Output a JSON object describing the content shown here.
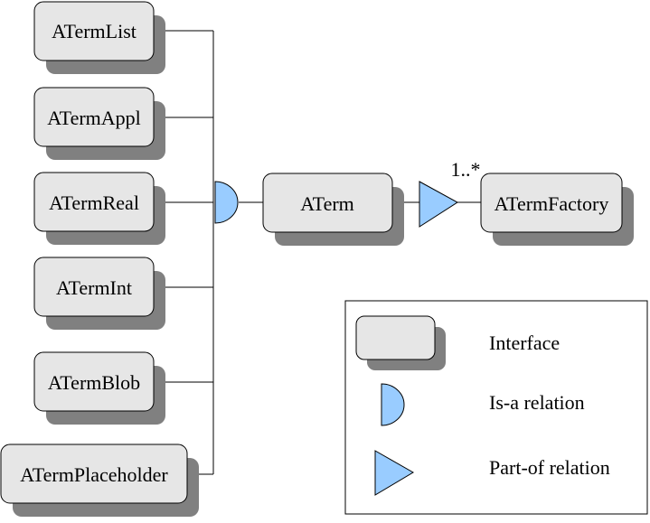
{
  "diagram": {
    "interfaces_left": [
      {
        "label": "ATermList"
      },
      {
        "label": "ATermAppl"
      },
      {
        "label": "ATermReal"
      },
      {
        "label": "ATermInt"
      },
      {
        "label": "ATermBlob"
      },
      {
        "label": "ATermPlaceholder"
      }
    ],
    "center": {
      "label": "ATerm"
    },
    "factory": {
      "label": "ATermFactory"
    },
    "multiplicity": "1..*"
  },
  "legend": {
    "interface_label": "Interface",
    "isa_label": "Is-a relation",
    "partof_label": "Part-of relation"
  },
  "colors": {
    "box_fill": "#e6e6e6",
    "shadow": "#808080",
    "relation_fill": "#99ccff",
    "stroke": "#000000"
  }
}
